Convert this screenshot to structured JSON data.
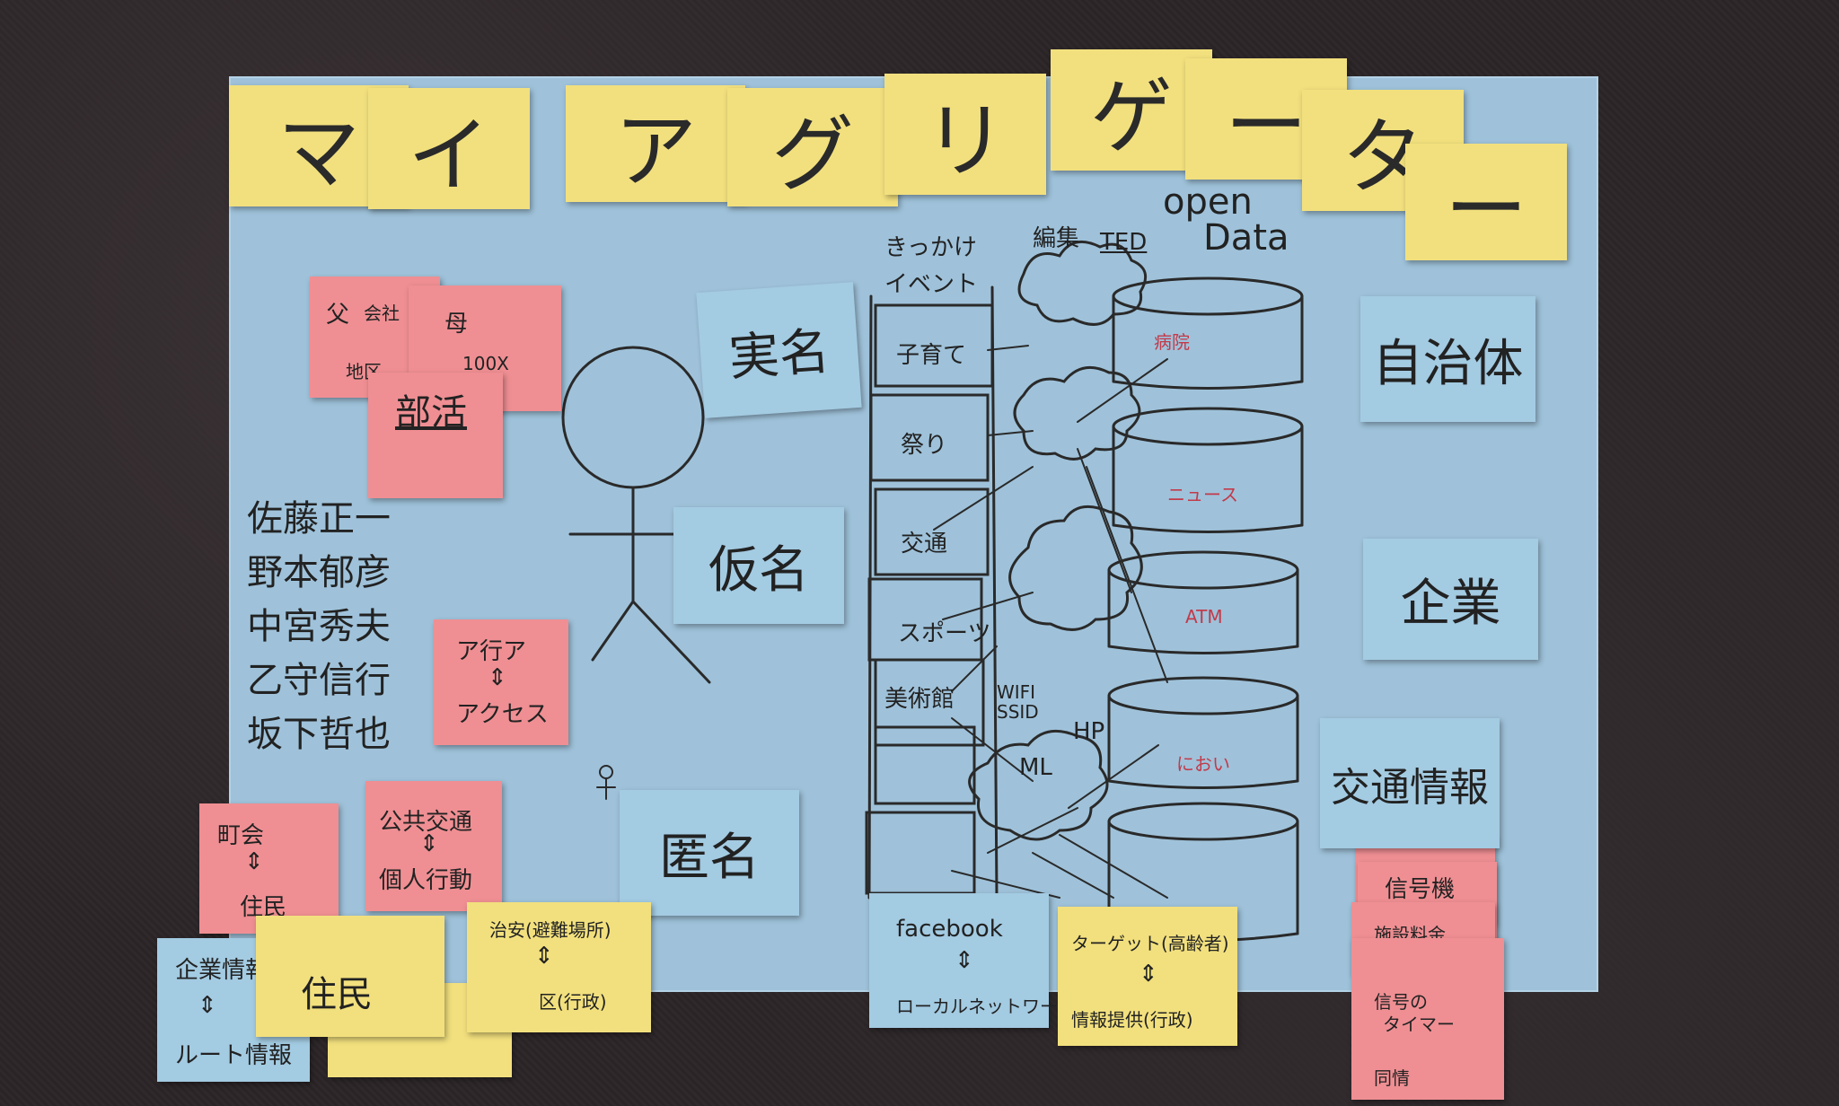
{
  "title_chars": [
    "マ",
    "イ",
    "ア",
    "グ",
    "リ",
    "ゲ",
    "ー",
    "タ",
    "ー"
  ],
  "board_notes": {
    "jitsumei": "実名",
    "kamei": "仮名",
    "tokumei": "匿名",
    "jichitai": "自治体",
    "kigyou": "企業",
    "koutsuu_jouhou": "交通情報"
  },
  "names": [
    "佐藤正一",
    "野本郁彦",
    "中宮秀夫",
    "乙守信行",
    "坂下哲也"
  ],
  "events_header": [
    "きっかけ",
    "イベント"
  ],
  "events": [
    "子育て",
    "祭り",
    "交通",
    "スポーツ",
    "美術館"
  ],
  "cloud_labels": {
    "henshuu": "編集",
    "open_data": [
      "open",
      "Data"
    ],
    "ted": "TED",
    "ml": "ML",
    "hp": "HP",
    "wifi": [
      "WIFI",
      "SSID"
    ]
  },
  "db_labels": [
    "病院",
    "ニュース",
    "ATM",
    "におい"
  ],
  "pink_notes": {
    "family": [
      "父",
      "会社",
      "母",
      "100X",
      "地区"
    ],
    "bukatsu": "部活",
    "a_gyou": [
      "ア行ア",
      "アクセス"
    ],
    "choukai": [
      "町会",
      "住民"
    ],
    "kouei": [
      "公共交通",
      "個人行動"
    ]
  },
  "bottom_notes": {
    "facebook": [
      "facebook",
      "ローカルネットワーク"
    ],
    "target": [
      "ターゲット(高齢者)",
      "情報提供(行政)"
    ],
    "chian": [
      "治安(避難場所)",
      "区(行政)"
    ],
    "jumin": "住民",
    "kigyou_jouhou": [
      "企業情報",
      "ルート情報"
    ]
  },
  "right_stack": [
    "信号機",
    "施設料金",
    "信号の",
    "タイマー",
    "同情"
  ],
  "colors": {
    "board": "#9fc2da",
    "yellow": "#f2e07e",
    "pink": "#ef8f93",
    "blue": "#a3cbe2",
    "carpet": "#2b2628"
  }
}
